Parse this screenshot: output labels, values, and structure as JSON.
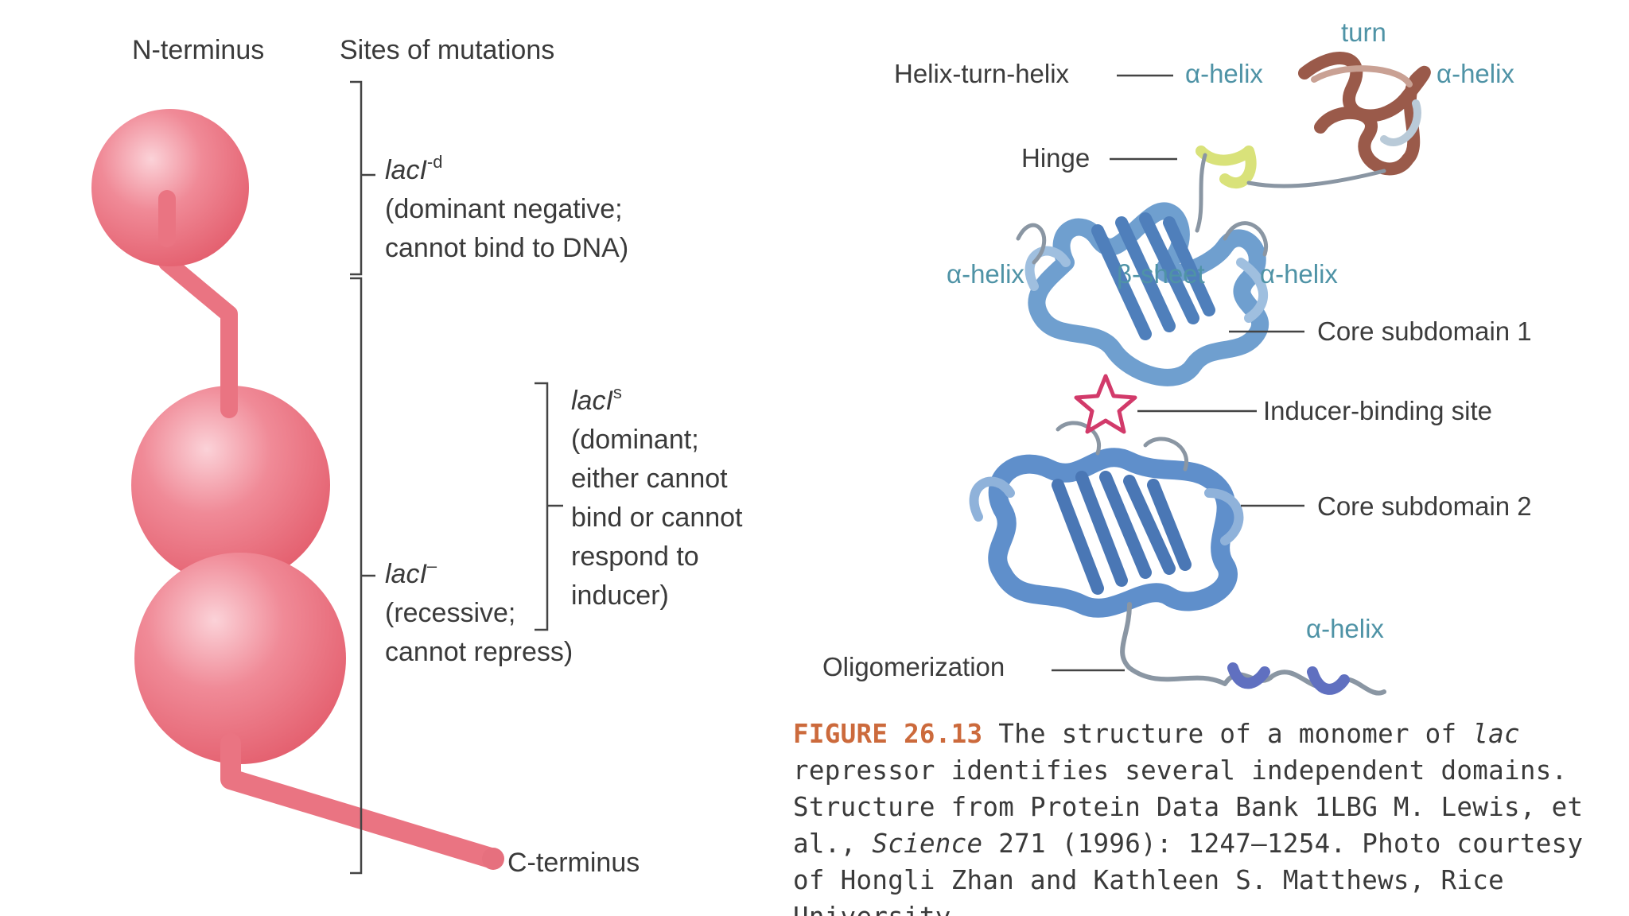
{
  "left_panel": {
    "n_terminus": "N-terminus",
    "sites_heading": "Sites of mutations",
    "c_terminus": "C-terminus",
    "mutation_d": {
      "gene": "lacI",
      "superscript": "-d",
      "line1": "(dominant negative;",
      "line2": "cannot bind to DNA)"
    },
    "mutation_minus": {
      "gene": "lacI",
      "superscript": "–",
      "line1": "(recessive;",
      "line2": "cannot repress)"
    },
    "mutation_s": {
      "gene": "lacI",
      "superscript": "s",
      "line1": "(dominant;",
      "line2": "either cannot",
      "line3": "bind or cannot",
      "line4": "respond to",
      "line5": "inducer)"
    },
    "sphere_color": "#ec6b7a"
  },
  "right_panel": {
    "labels": {
      "turn": "turn",
      "helix_turn_helix": "Helix-turn-helix",
      "alpha_helix_top_left": "α-helix",
      "alpha_helix_top_right": "α-helix",
      "hinge": "Hinge",
      "alpha_helix_mid_left": "α-helix",
      "beta_sheet": "β-sheet",
      "alpha_helix_mid_right": "α-helix",
      "core_subdomain_1": "Core subdomain 1",
      "inducer_binding_site": "Inducer-binding site",
      "core_subdomain_2": "Core subdomain 2",
      "alpha_helix_bottom": "α-helix",
      "oligomerization": "Oligomerization"
    },
    "colors": {
      "ribbon_blue": "#6f9fcf",
      "htH_brown": "#9a5a4a",
      "hinge_yellow": "#d9e27a",
      "star": "#d23a6a",
      "label_teal": "#4f93a6"
    }
  },
  "caption": {
    "figure_number": "FIGURE 26.13",
    "text_before_italic": "The structure of a monomer of",
    "italic_word": "lac",
    "text_after_italic": "repressor identifies several independent domains. Structure from Protein Data Bank 1LBG M. Lewis, et al.,",
    "journal": "Science",
    "citation_tail": "271 (1996): 1247–1254. Photo courtesy of Hongli Zhan and Kathleen S. Matthews, Rice University."
  }
}
